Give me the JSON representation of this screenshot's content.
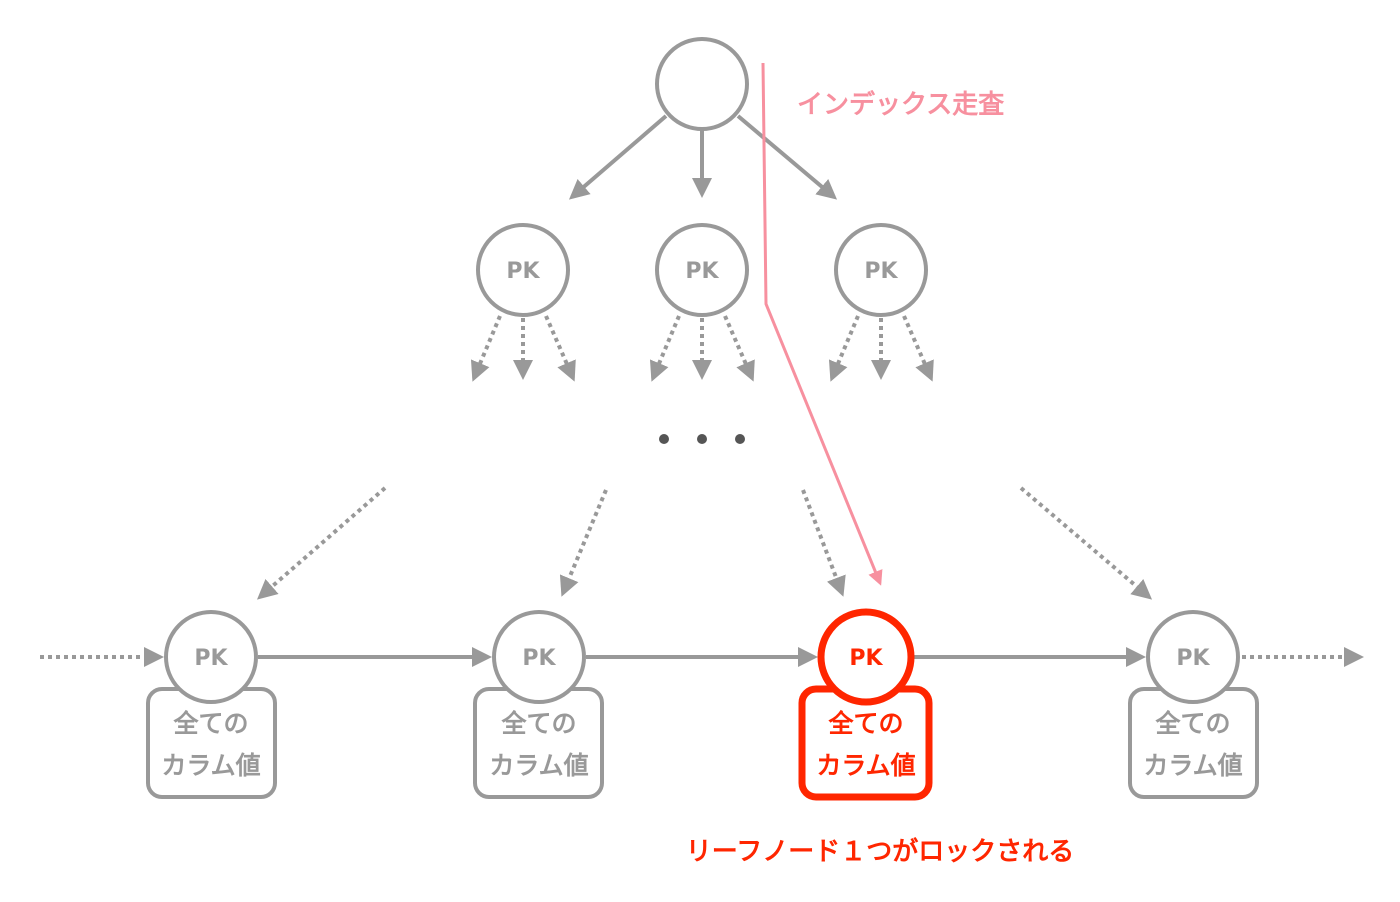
{
  "node_label": "PK",
  "leaf_text_line1": "全ての",
  "leaf_text_line2": "カラム値",
  "ellipsis": "・・・",
  "index_scan_label": "インデックス走査",
  "lock_label": "リーフノード１つがロックされる",
  "colors": {
    "gray": "#999999",
    "highlight": "#ff2600",
    "scan": "#f7909f"
  }
}
